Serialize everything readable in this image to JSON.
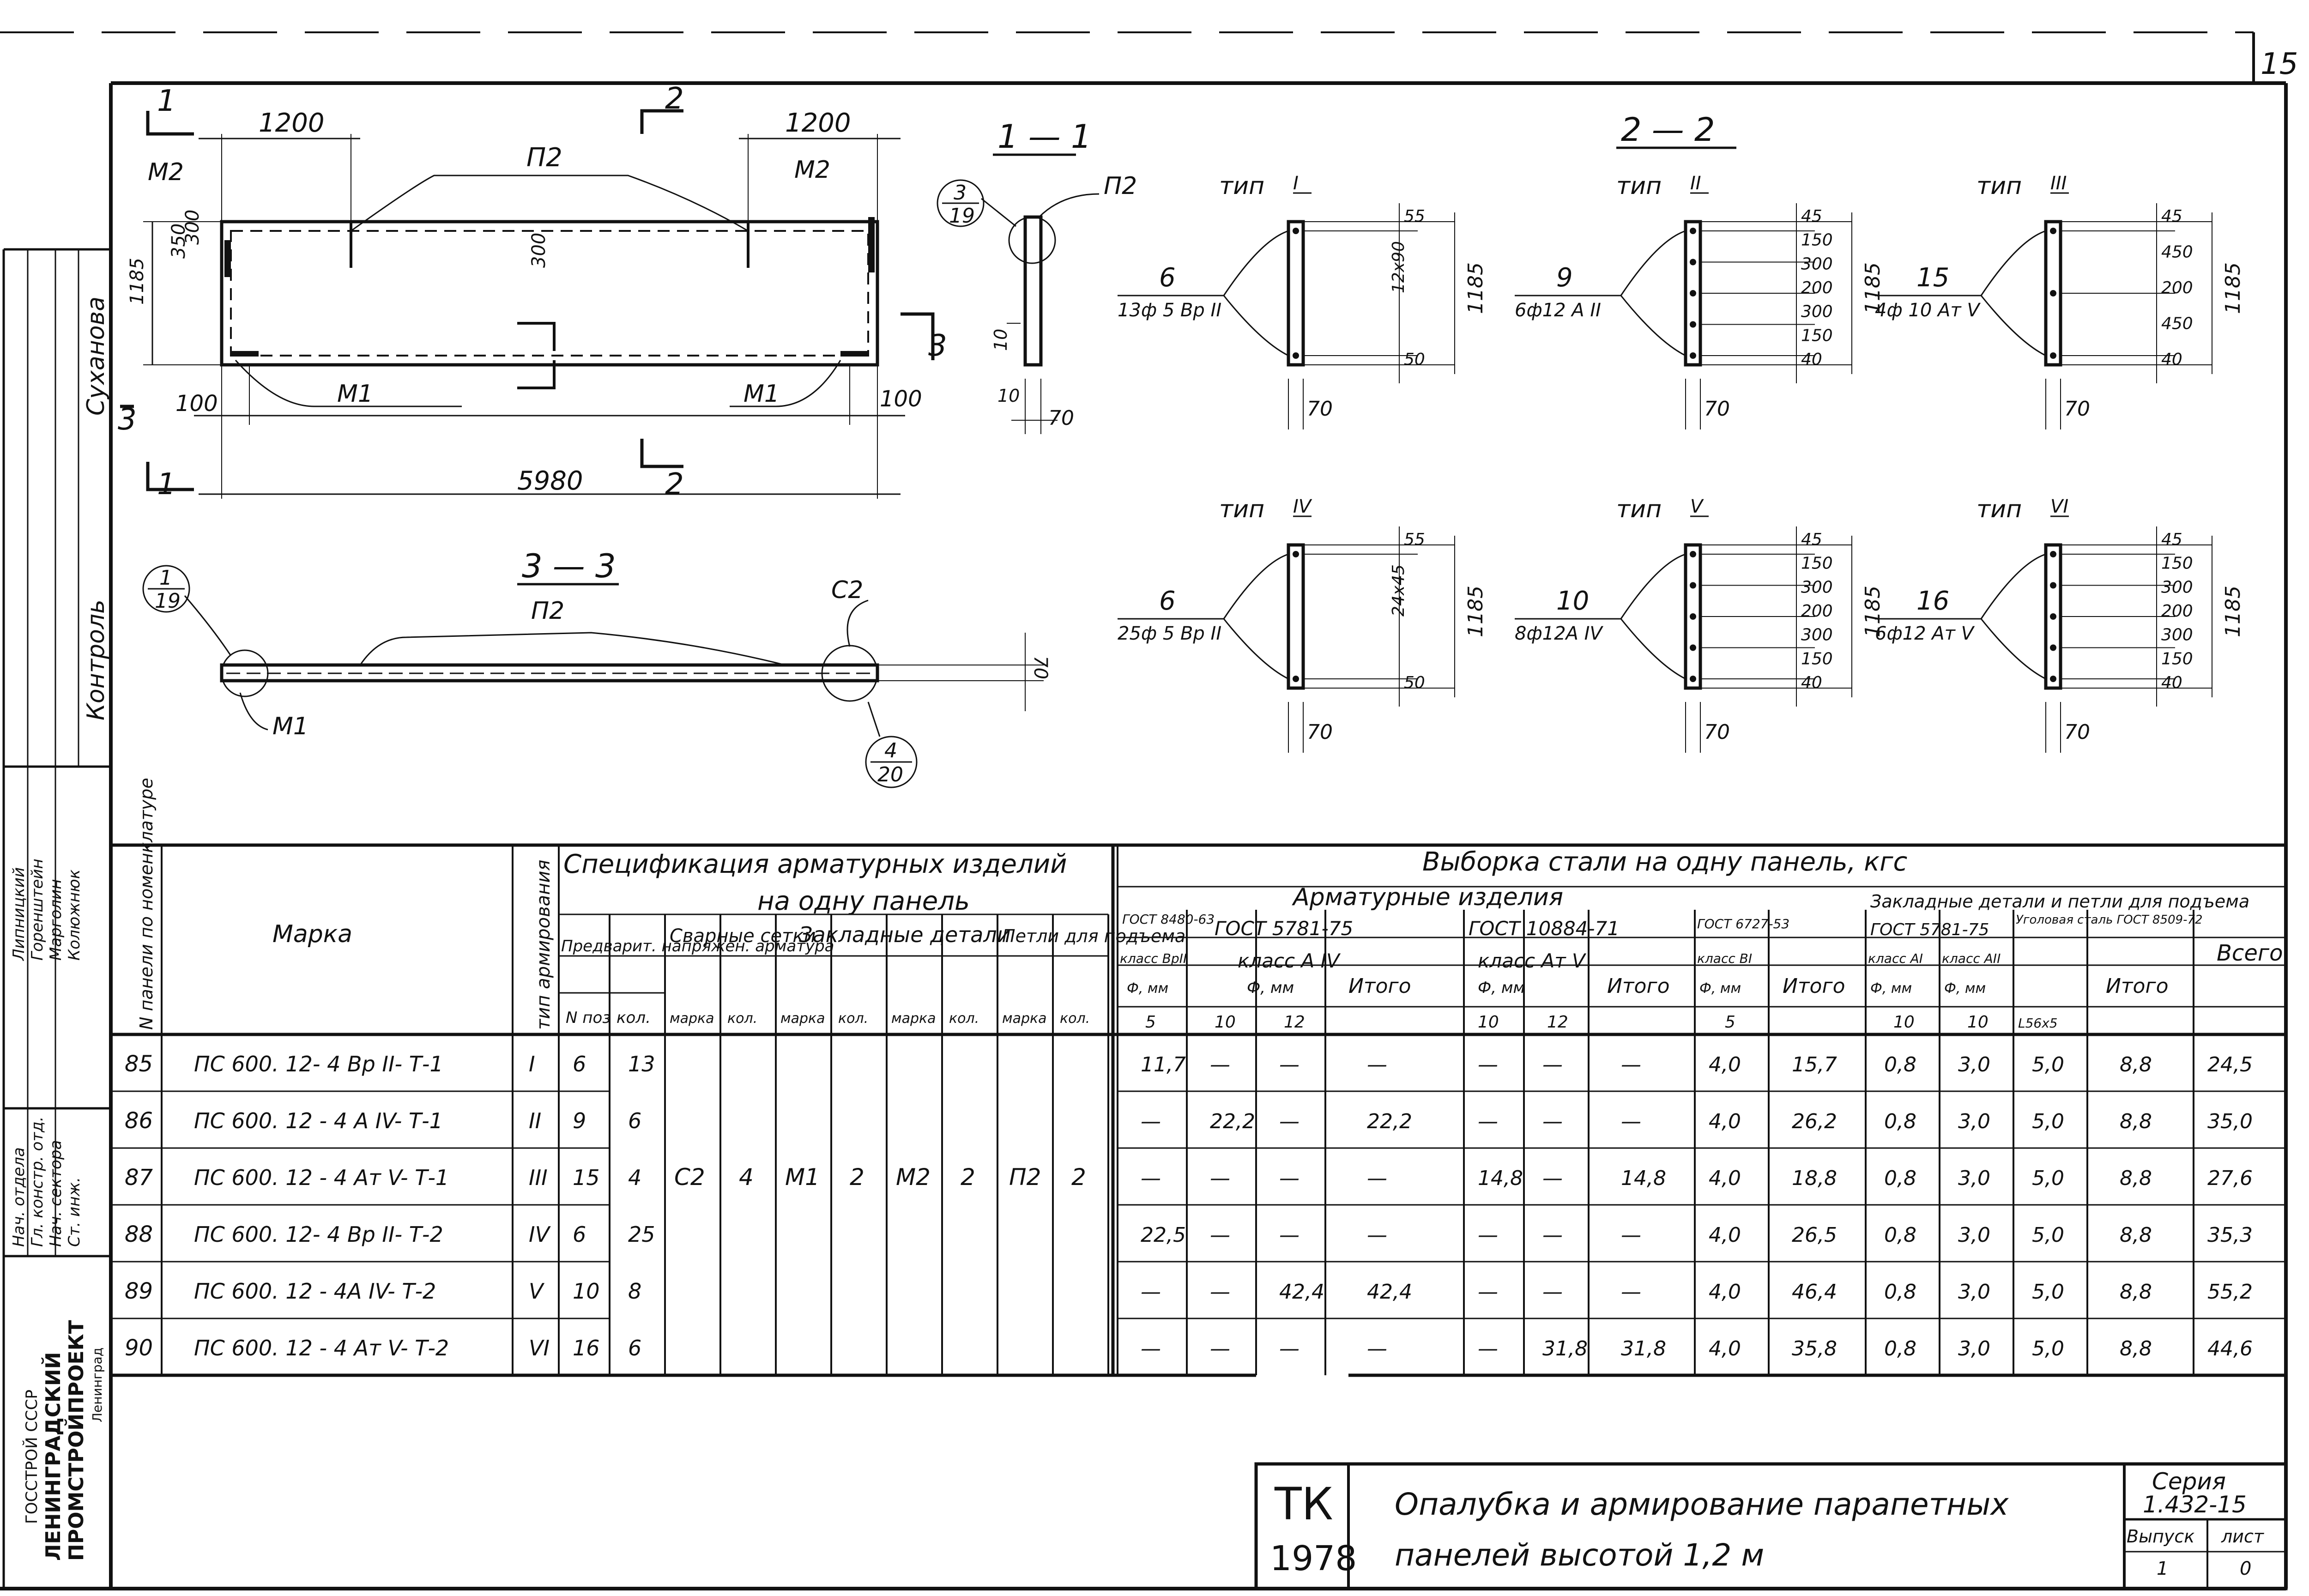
{
  "sheet": {
    "page_number": "15",
    "stamp": {
      "code": "ТК",
      "year": "1978",
      "title_line1": "Опалубка и армирование парапетных",
      "title_line2": "панелей высотой 1,2 м",
      "series_label": "Серия",
      "series_value": "1.432-15",
      "issue_label": "Выпуск",
      "issue_value": "1",
      "sheet_label": "лист",
      "sheet_value": "0"
    },
    "org": {
      "line1": "ГОССТРОЙ СССР",
      "line2": "ЛЕНИНГРАДСКИЙ",
      "line3": "ПРОМСТРОЙПРОЕКТ",
      "line4": "Ленинград"
    },
    "sign_roles": [
      "Нач. отдела",
      "Гл. констр. отд.",
      "Нач. сектора",
      "Ст. инж."
    ],
    "sign_names": [
      "Липницкий",
      "Горенштейн",
      "Марголин",
      "Колюжнюк"
    ],
    "sign_right": [
      "Суханова",
      "Контроль"
    ]
  },
  "drawing": {
    "elevation": {
      "dim_left": "1200",
      "dim_right": "1200",
      "dim_total": "5980",
      "dim_100_left": "100",
      "dim_100_right": "100",
      "dim_height": "1185",
      "dim_300": "300",
      "dim_350": "350",
      "dim_300b": "300",
      "mark_p2": "П2",
      "mark_m2_left": "М2",
      "mark_m2_right": "М2",
      "mark_m1_left": "М1",
      "mark_m1_right": "М1",
      "cut1": "1",
      "cut2": "2",
      "cut3": "3"
    },
    "section11": {
      "title": "1 — 1",
      "mark": "П2",
      "ref_top": "3",
      "ref_bottom": "19",
      "dim_10a": "10",
      "dim_10b": "10",
      "dim_70": "70"
    },
    "section33": {
      "title": "3 — 3",
      "mark_p2": "П2",
      "mark_c2": "С2",
      "mark_m1": "М1",
      "ref1_top": "1",
      "ref1_bottom": "19",
      "ref2_top": "4",
      "ref2_bottom": "20",
      "dim_70": "70"
    },
    "section22": {
      "title": "2 — 2",
      "types": [
        {
          "label": "тип",
          "roman": "I",
          "pos": "6",
          "bars": "13ф 5 Вр II",
          "dims": [
            "55",
            "12х90",
            "50"
          ],
          "height": "1185",
          "bottom": "70"
        },
        {
          "label": "тип",
          "roman": "II",
          "pos": "9",
          "bars": "6ф12 А II",
          "dims": [
            "45",
            "150",
            "300",
            "200",
            "300",
            "150",
            "40"
          ],
          "height": "1185",
          "bottom": "70"
        },
        {
          "label": "тип",
          "roman": "III",
          "pos": "15",
          "bars": "4ф 10 Ат V",
          "dims": [
            "45",
            "450",
            "200",
            "450",
            "40"
          ],
          "height": "1185",
          "bottom": "70"
        },
        {
          "label": "тип",
          "roman": "IV",
          "pos": "6",
          "bars": "25ф 5 Вр II",
          "dims": [
            "55",
            "24х45",
            "50"
          ],
          "height": "1185",
          "bottom": "70"
        },
        {
          "label": "тип",
          "roman": "V",
          "pos": "10",
          "bars": "8ф12А IV",
          "dims": [
            "45",
            "150",
            "300",
            "200",
            "300",
            "150",
            "40"
          ],
          "height": "1185",
          "bottom": "70"
        },
        {
          "label": "тип",
          "roman": "VI",
          "pos": "16",
          "bars": "6ф12 Ат V",
          "dims": [
            "45",
            "150",
            "300",
            "200",
            "300",
            "150",
            "40"
          ],
          "height": "1185",
          "bottom": "70"
        }
      ]
    }
  },
  "table": {
    "h_num": "N панели по номенклатуре",
    "h_mark": "Марка",
    "h_type": "тип армирования",
    "h_spec": "Спецификация арматурных изделий",
    "h_spec2": "на одну панель",
    "h_prestress": "Предварит. напряжен. арматура",
    "h_mesh": "Сварные сетки",
    "h_embed": "Закладные детали",
    "h_loops": "Петли для подъема",
    "h_npos": "N поз",
    "h_kol": "кол.",
    "h_marka": "марка",
    "h_steel": "Выборка стали на одну панель, кгс",
    "h_armat": "Арматурные изделия",
    "h_gost8480": "ГОСТ 8480-63",
    "h_klass_vr": "класс ВрII",
    "h_phi_mm": "Ф, мм",
    "h_gost5781": "ГОСТ 5781-75",
    "h_klass_a4": "класс А IV",
    "h_gost10884": "ГОСТ 10884-71",
    "h_klass_at5": "класс Ат V",
    "h_gost6727": "ГОСТ 6727-53",
    "h_klass_b1": "класс ВI",
    "h_itogo": "Итого",
    "h_embed2": "Закладные детали и петли для подъема",
    "h_gost5781b": "ГОСТ 5781-75",
    "h_klass_a1": "класс АI",
    "h_klass_a2": "класс АII",
    "h_angle": "Уголовая сталь ГОСТ 8509-72",
    "h_angle_size": "L56х5",
    "h_total": "Всего",
    "sub_5": "5",
    "sub_10": "10",
    "sub_12": "12",
    "sub_10b": "10",
    "sub_12b": "12",
    "sub_5b": "5",
    "sub_10c": "10",
    "sub_10d": "10",
    "common": {
      "mesh_mark": "С2",
      "mesh_kol": "4",
      "m1": "М1",
      "m1_kol": "2",
      "m2": "М2",
      "m2_kol": "2",
      "loop": "П2",
      "loop_kol": "2"
    },
    "rows": [
      {
        "n": "85",
        "mark": "ПС 600. 12- 4 Вр II- Т-1",
        "type": "I",
        "pos": "6",
        "kol": "13",
        "c1": "11,7",
        "c2": "—",
        "c3": "—",
        "c4": "—",
        "c5": "—",
        "c6": "—",
        "c7": "—",
        "c8": "4,0",
        "c9": "15,7",
        "c10": "0,8",
        "c11": "3,0",
        "c12": "5,0",
        "c13": "8,8",
        "c14": "24,5"
      },
      {
        "n": "86",
        "mark": "ПС 600. 12 - 4 А IV- Т-1",
        "type": "II",
        "pos": "9",
        "kol": "6",
        "c1": "—",
        "c2": "22,2",
        "c3": "—",
        "c4": "22,2",
        "c5": "—",
        "c6": "—",
        "c7": "—",
        "c8": "4,0",
        "c9": "26,2",
        "c10": "0,8",
        "c11": "3,0",
        "c12": "5,0",
        "c13": "8,8",
        "c14": "35,0"
      },
      {
        "n": "87",
        "mark": "ПС 600. 12 - 4 Ат V- Т-1",
        "type": "III",
        "pos": "15",
        "kol": "4",
        "c1": "—",
        "c2": "—",
        "c3": "—",
        "c4": "—",
        "c5": "14,8",
        "c6": "—",
        "c7": "14,8",
        "c8": "4,0",
        "c9": "18,8",
        "c10": "0,8",
        "c11": "3,0",
        "c12": "5,0",
        "c13": "8,8",
        "c14": "27,6"
      },
      {
        "n": "88",
        "mark": "ПС 600. 12- 4 Вр II- Т-2",
        "type": "IV",
        "pos": "6",
        "kol": "25",
        "c1": "22,5",
        "c2": "—",
        "c3": "—",
        "c4": "—",
        "c5": "—",
        "c6": "—",
        "c7": "—",
        "c8": "4,0",
        "c9": "26,5",
        "c10": "0,8",
        "c11": "3,0",
        "c12": "5,0",
        "c13": "8,8",
        "c14": "35,3"
      },
      {
        "n": "89",
        "mark": "ПС 600. 12 - 4А IV- Т-2",
        "type": "V",
        "pos": "10",
        "kol": "8",
        "c1": "—",
        "c2": "—",
        "c3": "42,4",
        "c4": "42,4",
        "c5": "—",
        "c6": "—",
        "c7": "—",
        "c8": "4,0",
        "c9": "46,4",
        "c10": "0,8",
        "c11": "3,0",
        "c12": "5,0",
        "c13": "8,8",
        "c14": "55,2"
      },
      {
        "n": "90",
        "mark": "ПС 600. 12 - 4 Ат V- Т-2",
        "type": "VI",
        "pos": "16",
        "kol": "6",
        "c1": "—",
        "c2": "—",
        "c3": "—",
        "c4": "—",
        "c5": "—",
        "c6": "31,8",
        "c7": "31,8",
        "c8": "4,0",
        "c9": "35,8",
        "c10": "0,8",
        "c11": "3,0",
        "c12": "5,0",
        "c13": "8,8",
        "c14": "44,6"
      }
    ]
  }
}
